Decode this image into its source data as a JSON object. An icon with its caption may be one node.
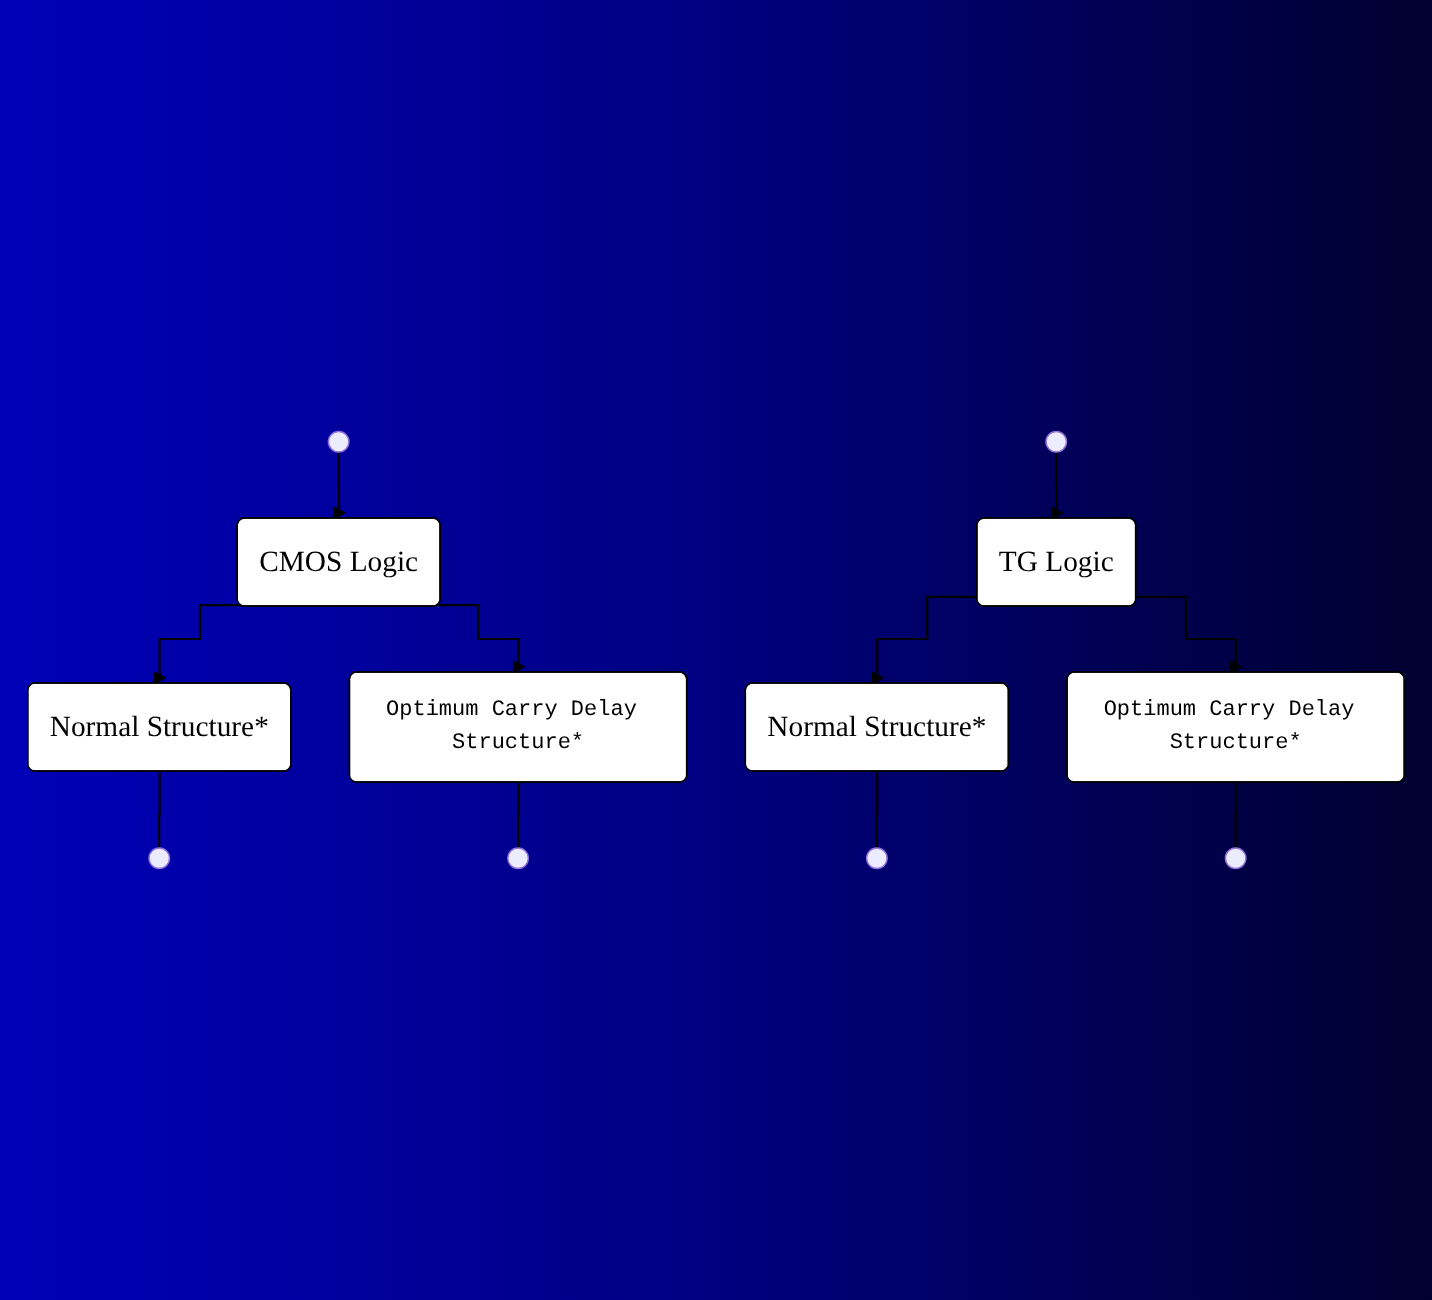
{
  "diagram": {
    "nodes": [
      {
        "text": [
          "CMOS Logic"
        ]
      },
      {
        "text": [
          "Normal Structure*"
        ]
      },
      {
        "text": [
          "Optimum Carry Delay Structure*"
        ]
      },
      {
        "text": [
          "TG Logic"
        ]
      },
      {
        "text": [
          "Normal Structure*"
        ]
      },
      {
        "text": [
          "Optimum Carry Delay Structure*"
        ]
      }
    ],
    "edges": [
      {
        "from": null,
        "to": 0,
        "arrow": "to"
      },
      {
        "from": 0,
        "to": 1,
        "arrow": "to"
      },
      {
        "from": 0,
        "to": 2,
        "arrow": "to"
      },
      {
        "from": 1,
        "to": null,
        "arrow": "none"
      },
      {
        "from": 2,
        "to": null,
        "arrow": "none"
      },
      {
        "from": null,
        "to": 3,
        "arrow": "to"
      },
      {
        "from": 3,
        "to": 4,
        "arrow": "to"
      },
      {
        "from": 3,
        "to": 5,
        "arrow": "to"
      },
      {
        "from": 4,
        "to": null,
        "arrow": "none"
      },
      {
        "from": 5,
        "to": null,
        "arrow": "none"
      }
    ]
  }
}
